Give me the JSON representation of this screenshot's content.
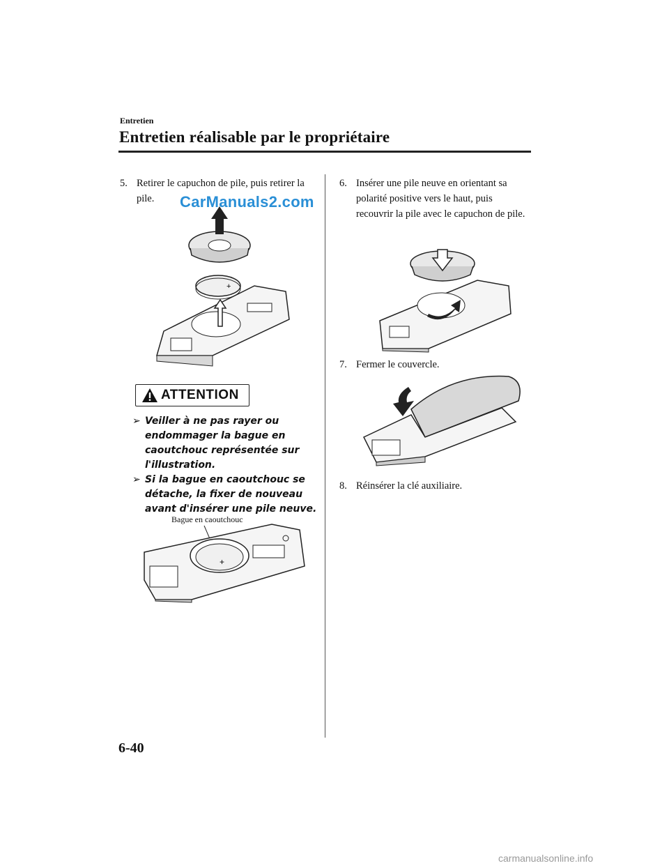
{
  "header": {
    "section": "Entretien",
    "title": "Entretien réalisable par le propriétaire"
  },
  "watermark": "CarManuals2.com",
  "steps": [
    {
      "number": "5.",
      "text": "Retirer le capuchon de pile, puis retirer la pile."
    },
    {
      "number": "6.",
      "text": "Insérer une pile neuve en orientant sa polarité positive vers le haut, puis recouvrir la pile avec le capuchon de pile."
    },
    {
      "number": "7.",
      "text": "Fermer le couvercle."
    },
    {
      "number": "8.",
      "text": "Réinsérer la clé auxiliaire."
    }
  ],
  "attention": {
    "label": "ATTENTION",
    "bullets": [
      "Veiller à ne pas rayer ou endommager la bague en caoutchouc représentée sur l'illustration.",
      "Si la bague en caoutchouc se détache, la fixer de nouveau avant d'insérer une pile neuve."
    ]
  },
  "figure_callout": "Bague en caoutchouc",
  "page_number": "6-40",
  "footer": "carmanualsonline.info"
}
